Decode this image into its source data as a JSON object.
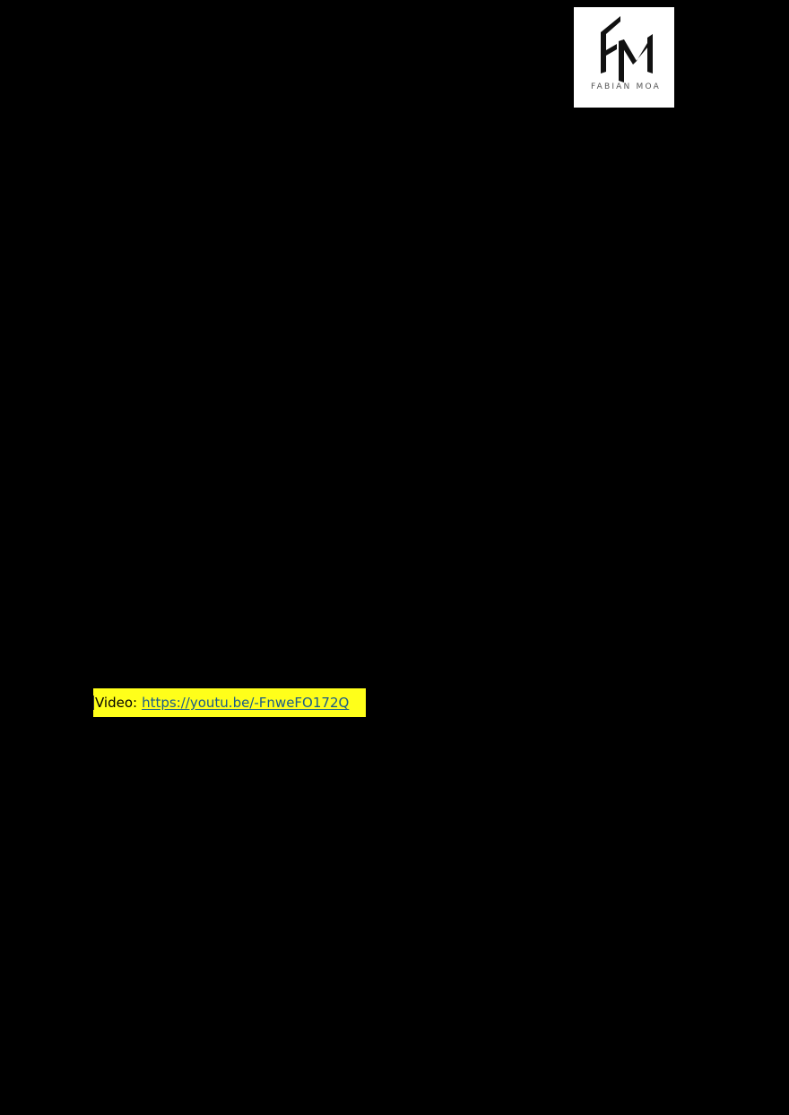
{
  "logo": {
    "monogram": "FM",
    "name": "FABIAN MOA",
    "background_color": "#ffffff",
    "mark_color": "#111111",
    "text_color": "#555555"
  },
  "video": {
    "label": "Video:",
    "link_text": "https://youtu.be/-FnweFO172Q",
    "highlight_color": "#ffff1a",
    "link_color": "#1a5c8a"
  },
  "page": {
    "background_color": "#000000"
  }
}
